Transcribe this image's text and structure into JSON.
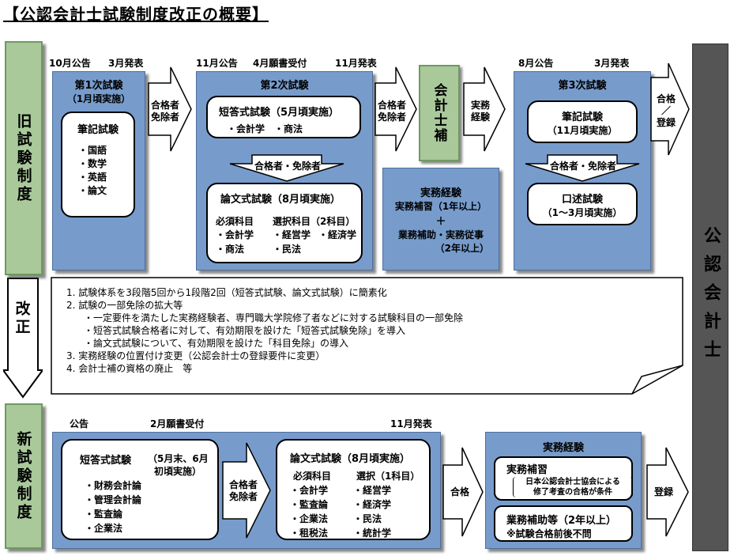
{
  "title": "【公認会計士試験制度改正の概要】",
  "sections": {
    "old": "旧試験制度",
    "reform": "改正",
    "new": "新試験制度"
  },
  "final_box": "公認会計士",
  "old": {
    "timeline": {
      "t1": "10月公告",
      "t2": "3月発表",
      "t3": "11月公告",
      "t4": "4月願書受付",
      "t5": "11月発表",
      "t6": "8月公告",
      "t7": "3月発表"
    },
    "first": {
      "title": "第1次試験",
      "period": "（1月頃実施）",
      "sub_title": "筆記試験",
      "items": [
        "・国語",
        "・数学",
        "・英語",
        "・論文"
      ]
    },
    "arrow1": [
      "合格者",
      "免除者"
    ],
    "second": {
      "title": "第2次試験",
      "short": {
        "title": "短答式試験（5月頃実施）",
        "items": "・会計学　・商法"
      },
      "down_arrow": "合格者・免除者",
      "essay": {
        "title": "論文式試験（8月頃実施）",
        "req_head": "必須科目",
        "sel_head": "選択科目（2科目）",
        "row1_a": "・会計学",
        "row1_b": "・経営学",
        "row1_c": "・経済学",
        "row2_a": "・商法",
        "row2_b": "・民法"
      }
    },
    "arrow2": [
      "合格者",
      "免除者"
    ],
    "kaikeishiho": "会計士補",
    "jitsumu": {
      "title": "実務経験",
      "line1": "実務補習（1年以上）",
      "plus": "＋",
      "line2": "業務補助・実務従事",
      "line3": "（2年以上）"
    },
    "arrow3": [
      "実務",
      "経験"
    ],
    "third": {
      "title": "第3次試験",
      "written": {
        "title": "筆記試験",
        "period": "（11月頃実施）"
      },
      "down_arrow": "合格者・免除者",
      "oral": {
        "title": "口述試験",
        "period": "（1～3月頃実施）"
      }
    },
    "arrow4": [
      "合格",
      "／",
      "登録"
    ]
  },
  "reform": {
    "lines": [
      "1. 試験体系を3段階5回から1段階2回（短答式試験、論文式試験）に簡素化",
      "2. 試験の一部免除の拡大等",
      "・一定要件を満たした実務経験者、専門職大学院修了者などに対する試験科目の一部免除",
      "・短答式試験合格者に対して、有効期限を設けた「短答式試験免除」を導入",
      "・論文式試験について、有効期限を設けた「科目免除」の導入",
      "3. 実務経験の位置付け変更（公認会計士の登録要件に変更）",
      "4. 会計士補の資格の廃止　等"
    ]
  },
  "new": {
    "timeline": {
      "t1": "公告",
      "t2": "2月願書受付",
      "t3": "11月発表"
    },
    "short": {
      "title": "短答式試験",
      "period1": "（5月末、6月",
      "period2": "初頃実施）",
      "items": [
        "・財務会計論",
        "・管理会計論",
        "・監査論",
        "・企業法"
      ]
    },
    "arrow1": [
      "合格者",
      "免除者"
    ],
    "essay": {
      "title": "論文式試験（8月頃実施）",
      "req_head": "必須科目",
      "sel_head": "選択（1科目）",
      "req": [
        "・会計学",
        "・監査論",
        "・企業法",
        "・租税法"
      ],
      "sel": [
        "・経営学",
        "・経済学",
        "・民法",
        "・統計学"
      ]
    },
    "arrow2": "合格",
    "jitsumu": {
      "title": "実務経験",
      "hoshu_title": "実務補習",
      "hoshu_note1": "日本公認会計士協会による",
      "hoshu_note2": "修了考査の合格が条件",
      "hojo_title": "業務補助等（2年以上）",
      "hojo_note": "※試験合格前後不問"
    },
    "arrow3": "登録"
  }
}
